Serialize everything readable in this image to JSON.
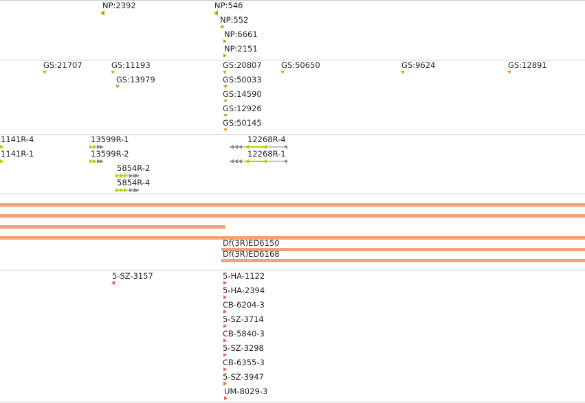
{
  "colors": {
    "np_marker": "#c8a000",
    "gs_marker": "#e0a020",
    "rnai_primary": "#b8d000",
    "rnai_secondary": "#8a8a8a",
    "deficiency_bar": "#f4a274",
    "insertion_marker": "#f06040",
    "separator": "#c9c9c9"
  },
  "tracks": {
    "np": {
      "icon": "triangle-left-marker",
      "features": [
        {
          "label": "NP:2392"
        },
        {
          "label": "NP:546"
        },
        {
          "label": "NP:552"
        },
        {
          "label": "NP:6661"
        },
        {
          "label": "NP:2151"
        }
      ]
    },
    "gs": {
      "icon": "triangle-down-marker",
      "features": [
        {
          "label": "GS:21707"
        },
        {
          "label": "GS:11193"
        },
        {
          "label": "GS:13979"
        },
        {
          "label": "GS:20807"
        },
        {
          "label": "GS:50650"
        },
        {
          "label": "GS:9624"
        },
        {
          "label": "GS:12891"
        },
        {
          "label": "GS:50033"
        },
        {
          "label": "GS:14590"
        },
        {
          "label": "GS:12926"
        },
        {
          "label": "GS:50145"
        }
      ]
    },
    "rnai": {
      "features": [
        {
          "label": "1141R-4"
        },
        {
          "label": "1141R-1"
        },
        {
          "label": "13599R-1"
        },
        {
          "label": "13599R-2"
        },
        {
          "label": "5854R-2"
        },
        {
          "label": "5854R-4"
        },
        {
          "label": "12268R-4"
        },
        {
          "label": "12268R-1"
        }
      ]
    },
    "deficiency": {
      "features": [
        {
          "label": ""
        },
        {
          "label": ""
        },
        {
          "label": ""
        },
        {
          "label": ""
        },
        {
          "label": "Df(3R)ED6150"
        },
        {
          "label": "Df(3R)ED6168"
        }
      ]
    },
    "insertions": {
      "icon": "triangle-marker",
      "features": [
        {
          "label": "5-SZ-3157"
        },
        {
          "label": "5-HA-1122"
        },
        {
          "label": "5-HA-2394"
        },
        {
          "label": "CB-6204-3"
        },
        {
          "label": "5-SZ-3714"
        },
        {
          "label": "CB-5840-3"
        },
        {
          "label": "5-SZ-3298"
        },
        {
          "label": "CB-6355-3"
        },
        {
          "label": "5-SZ-3947"
        },
        {
          "label": "UM-8029-3"
        }
      ]
    }
  }
}
